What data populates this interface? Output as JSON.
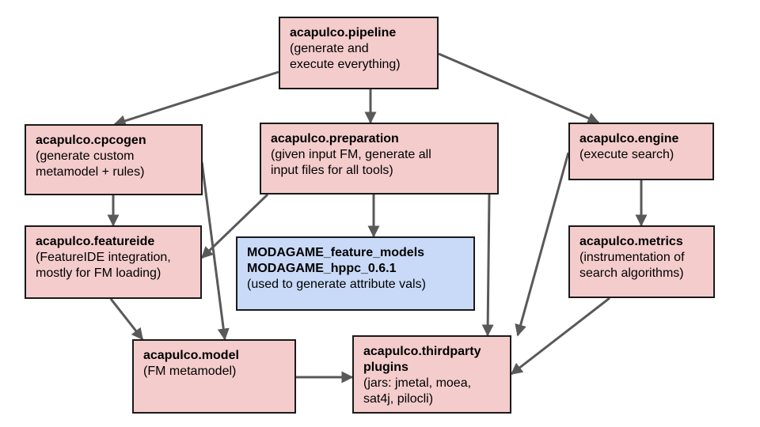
{
  "colors": {
    "module_fill": "#f4cccc",
    "data_fill": "#c9daf8",
    "border": "#1a1a1a",
    "arrow": "#595959"
  },
  "nodes": {
    "pipeline": {
      "title": "acapulco.pipeline",
      "desc": "(generate and\nexecute everything)"
    },
    "cpcogen": {
      "title": "acapulco.cpcogen",
      "desc": "(generate custom\nmetamodel + rules)"
    },
    "preparation": {
      "title": "acapulco.preparation",
      "desc": "(given input FM, generate all\ninput files for all tools)"
    },
    "engine": {
      "title": "acapulco.engine",
      "desc": "(execute search)"
    },
    "featureide": {
      "title": "acapulco.featureide",
      "desc": "(FeatureIDE integration,\nmostly for FM loading)"
    },
    "modagame": {
      "title": "MODAGAME_feature_models\nMODAGAME_hppc_0.6.1",
      "desc": "(used to generate attribute vals)"
    },
    "metrics": {
      "title": "acapulco.metrics",
      "desc": "(instrumentation of\nsearch algorithms)"
    },
    "model": {
      "title": "acapulco.model",
      "desc": "(FM metamodel)"
    },
    "thirdparty": {
      "title": "acapulco.thirdparty\nplugins",
      "desc": "(jars: jmetal, moea,\nsat4j, pilocli)"
    }
  },
  "edges": [
    {
      "from": "pipeline",
      "to": "cpcogen"
    },
    {
      "from": "pipeline",
      "to": "preparation"
    },
    {
      "from": "pipeline",
      "to": "engine"
    },
    {
      "from": "cpcogen",
      "to": "featureide"
    },
    {
      "from": "cpcogen",
      "to": "model"
    },
    {
      "from": "preparation",
      "to": "featureide"
    },
    {
      "from": "preparation",
      "to": "modagame"
    },
    {
      "from": "preparation",
      "to": "thirdparty"
    },
    {
      "from": "engine",
      "to": "metrics"
    },
    {
      "from": "engine",
      "to": "thirdparty"
    },
    {
      "from": "featureide",
      "to": "model"
    },
    {
      "from": "metrics",
      "to": "thirdparty"
    },
    {
      "from": "model",
      "to": "thirdparty"
    }
  ]
}
